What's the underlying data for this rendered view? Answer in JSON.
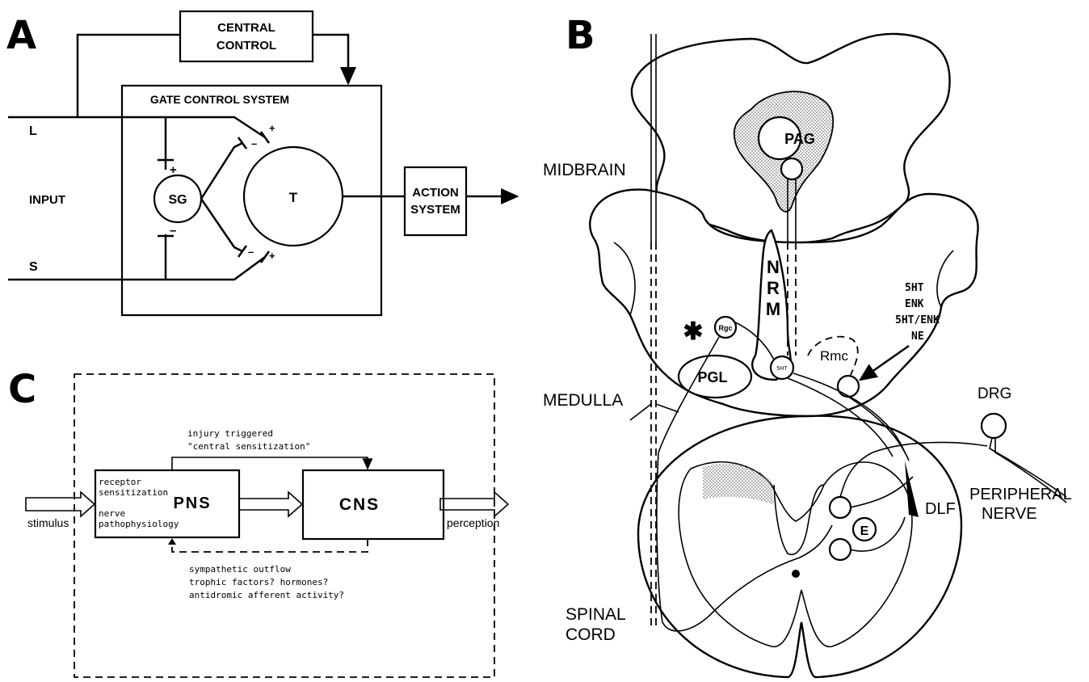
{
  "panels": {
    "a": "A",
    "b": "B",
    "c": "C"
  },
  "panel_a": {
    "central_control_line1": "CENTRAL",
    "central_control_line2": "CONTROL",
    "gate_control_system": "GATE CONTROL SYSTEM",
    "input_l": "L",
    "input_s": "S",
    "input": "INPUT",
    "sg": "SG",
    "t": "T",
    "action_line1": "ACTION",
    "action_line2": "SYSTEM",
    "plus": "+",
    "minus": "–"
  },
  "panel_b": {
    "midbrain": "MIDBRAIN",
    "medulla": "MEDULLA",
    "spinal_line1": "SPINAL",
    "spinal_line2": "CORD",
    "pag": "PAG",
    "nrm_n": "N",
    "nrm_r": "R",
    "nrm_m": "M",
    "rgc": "Rgc",
    "asterisk": "✱",
    "pgl": "PGL",
    "rmc": "Rmc",
    "fiveht_small": "5HT",
    "transmitters": [
      "5HT",
      "ENK",
      "5HT/ENK",
      "NE"
    ],
    "drg": "DRG",
    "dlf": "DLF",
    "peripheral_line1": "PERIPHERAL",
    "peripheral_line2": "NERVE",
    "e": "E"
  },
  "panel_c": {
    "injury_line1": "injury triggered",
    "injury_line2": "\"central sensitization\"",
    "receptor_line1": "receptor",
    "receptor_line2": "sensitization",
    "nerve_line1": "nerve",
    "nerve_line2": "pathophysiology",
    "pns": "PNS",
    "cns": "CNS",
    "stimulus": "stimulus",
    "perception": "perception",
    "feedback_line1": "sympathetic outflow",
    "feedback_line2": "trophic factors? hormones?",
    "feedback_line3": "antidromic afferent activity?"
  }
}
